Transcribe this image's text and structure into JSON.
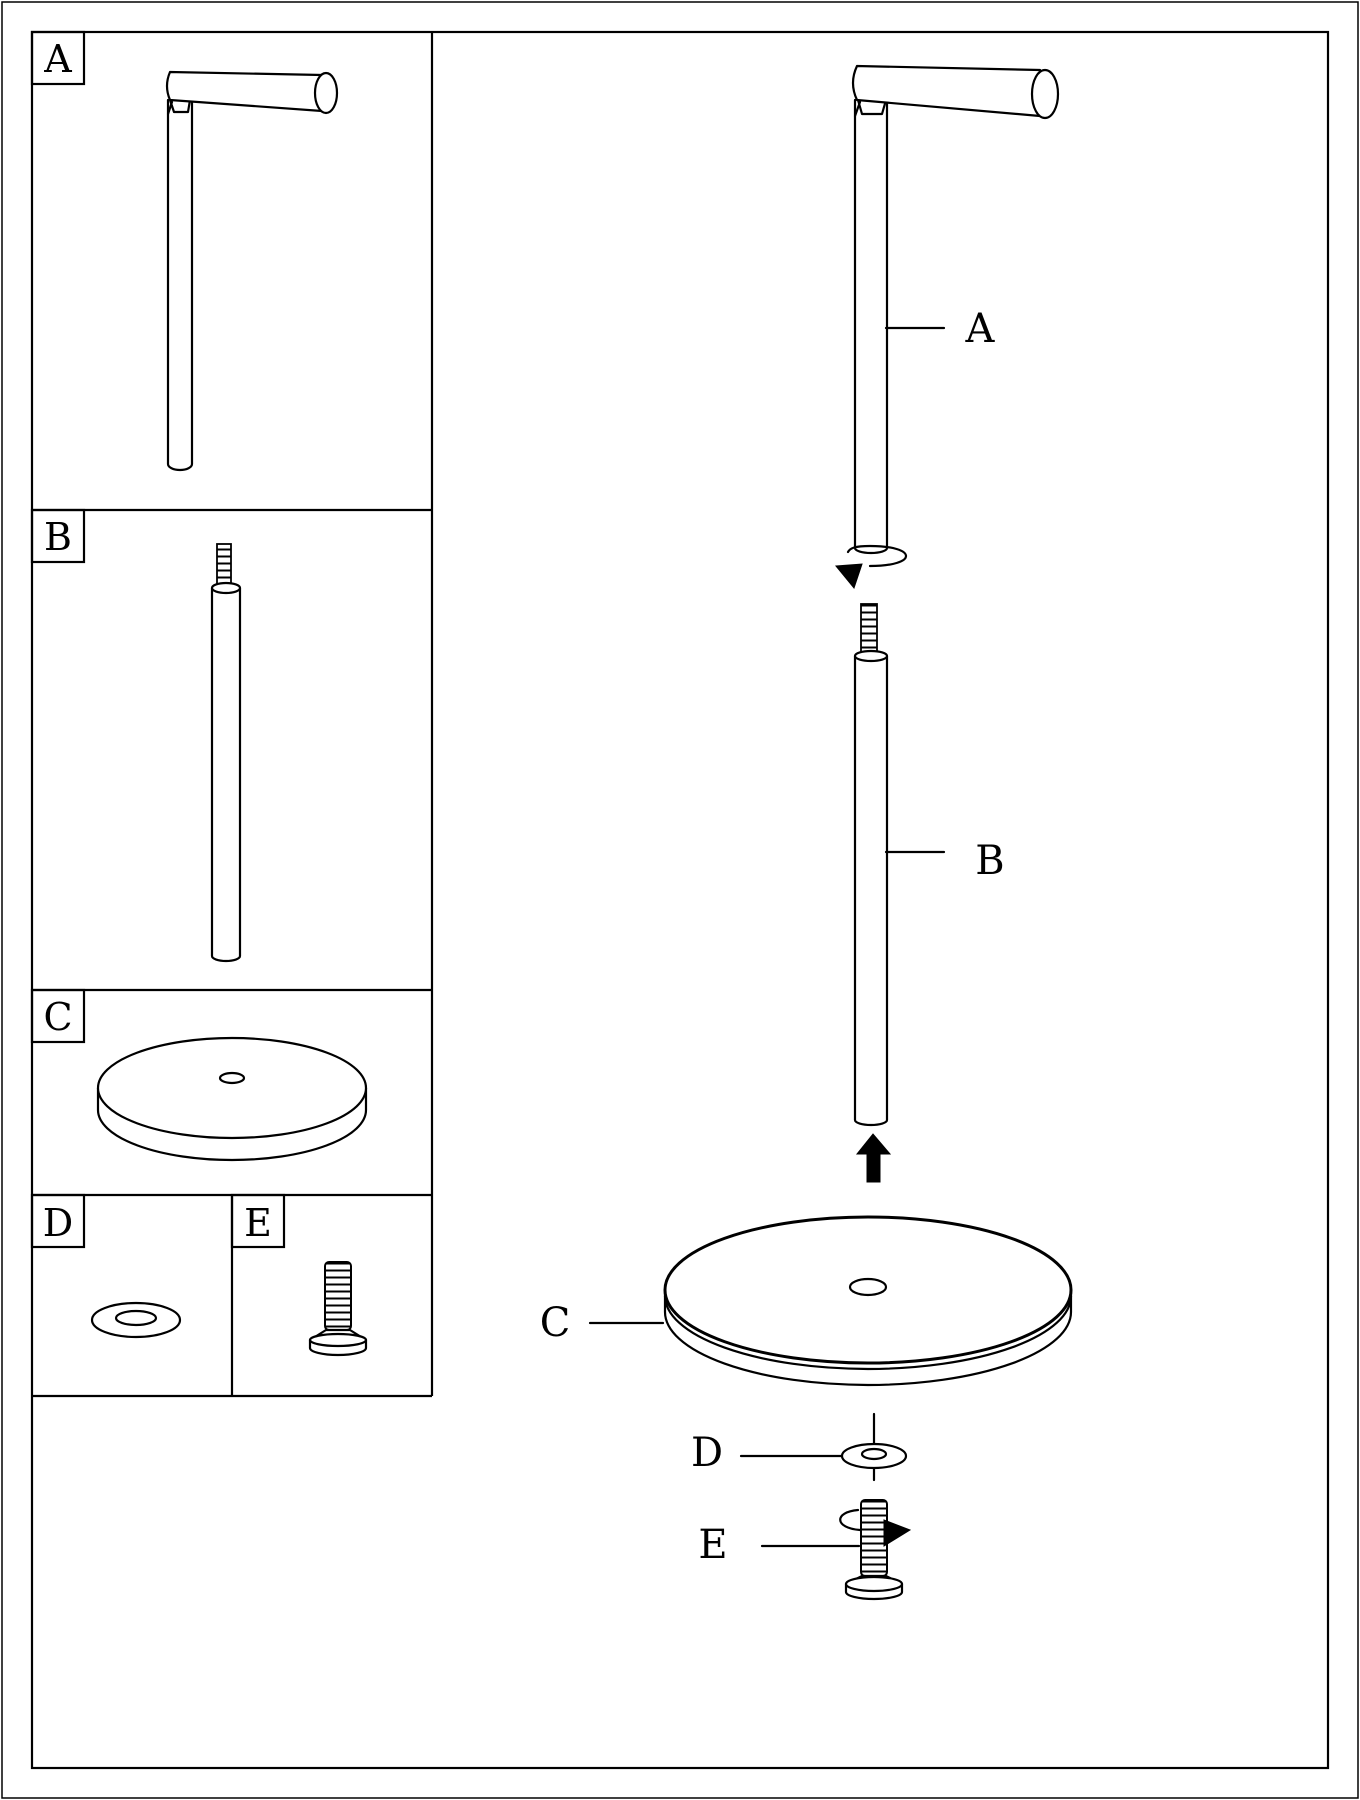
{
  "parts_panel": {
    "cells": [
      {
        "key": "A",
        "label": "A"
      },
      {
        "key": "B",
        "label": "B"
      },
      {
        "key": "C",
        "label": "C"
      },
      {
        "key": "D",
        "label": "D"
      },
      {
        "key": "E",
        "label": "E"
      }
    ]
  },
  "assembly": {
    "callouts": [
      {
        "key": "A",
        "label": "A"
      },
      {
        "key": "B",
        "label": "B"
      },
      {
        "key": "C",
        "label": "C"
      },
      {
        "key": "D",
        "label": "D"
      },
      {
        "key": "E",
        "label": "E"
      }
    ]
  }
}
